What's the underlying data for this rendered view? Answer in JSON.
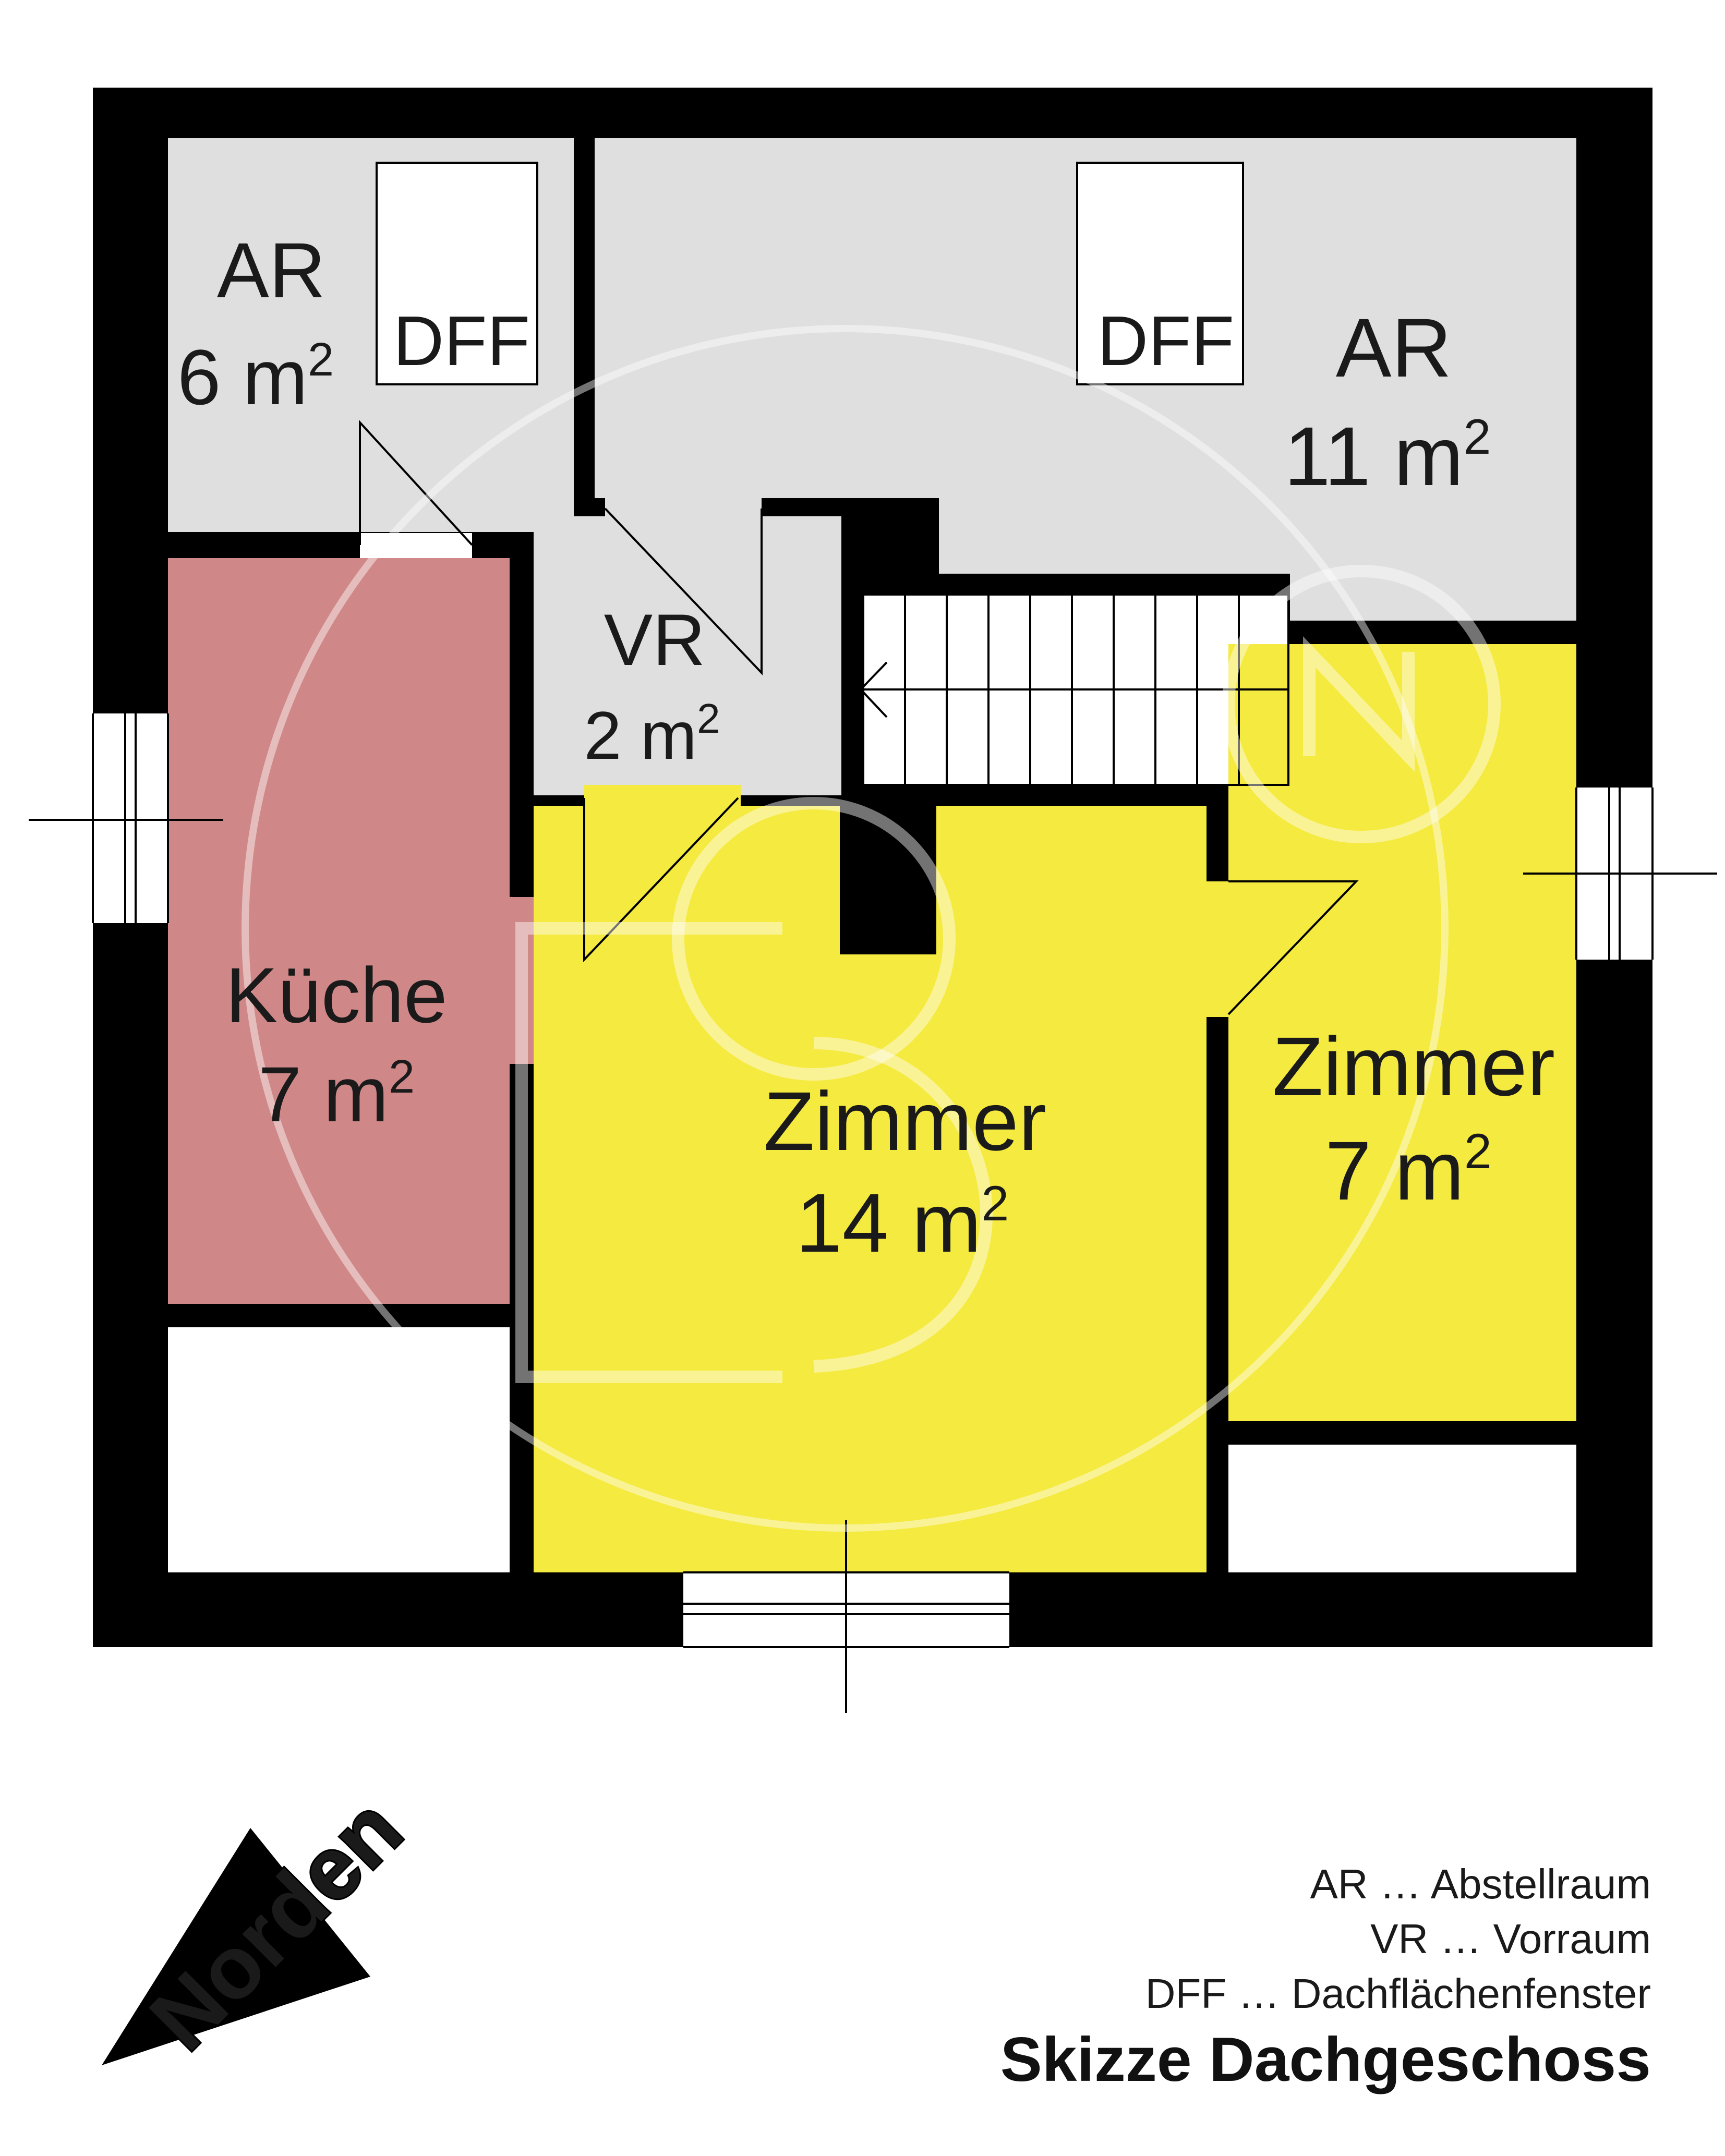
{
  "rooms": {
    "ar_small": {
      "name": "AR",
      "area_value": "6 m",
      "area_exp": "2"
    },
    "ar_large": {
      "name": "AR",
      "area_value": "11 m",
      "area_exp": "2"
    },
    "vr": {
      "name": "VR",
      "area_value": "2 m",
      "area_exp": "2"
    },
    "kueche": {
      "name": "Küche",
      "area_value": "7 m",
      "area_exp": "2"
    },
    "zimmer_large": {
      "name": "Zimmer",
      "area_value": "14 m",
      "area_exp": "2"
    },
    "zimmer_small": {
      "name": "Zimmer",
      "area_value": "7 m",
      "area_exp": "2"
    }
  },
  "skylights": {
    "left": "DFF",
    "right": "DFF"
  },
  "compass": {
    "label": "Norden"
  },
  "legend": {
    "line1": "AR … Abstellraum",
    "line2": "VR … Vorraum",
    "line3": "DFF … Dachflächenfenster"
  },
  "title": "Skizze Dachgeschoss",
  "colors": {
    "wall": "#000000",
    "storage_fill": "#dedfde",
    "kitchen_fill": "#cf8787",
    "room_fill": "#f5ea3f",
    "background": "#ffffff"
  }
}
